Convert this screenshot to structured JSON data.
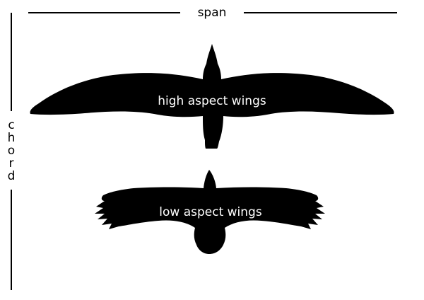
{
  "dimensions": {
    "span_label": "span",
    "chord_label": "chord"
  },
  "birds": [
    {
      "name": "high-aspect-bird",
      "label": "high aspect wings"
    },
    {
      "name": "low-aspect-bird",
      "label": "low aspect wings"
    }
  ],
  "colors": {
    "silhouette": "#000000",
    "label_on_silhouette": "#ffffff",
    "background": "#ffffff"
  }
}
